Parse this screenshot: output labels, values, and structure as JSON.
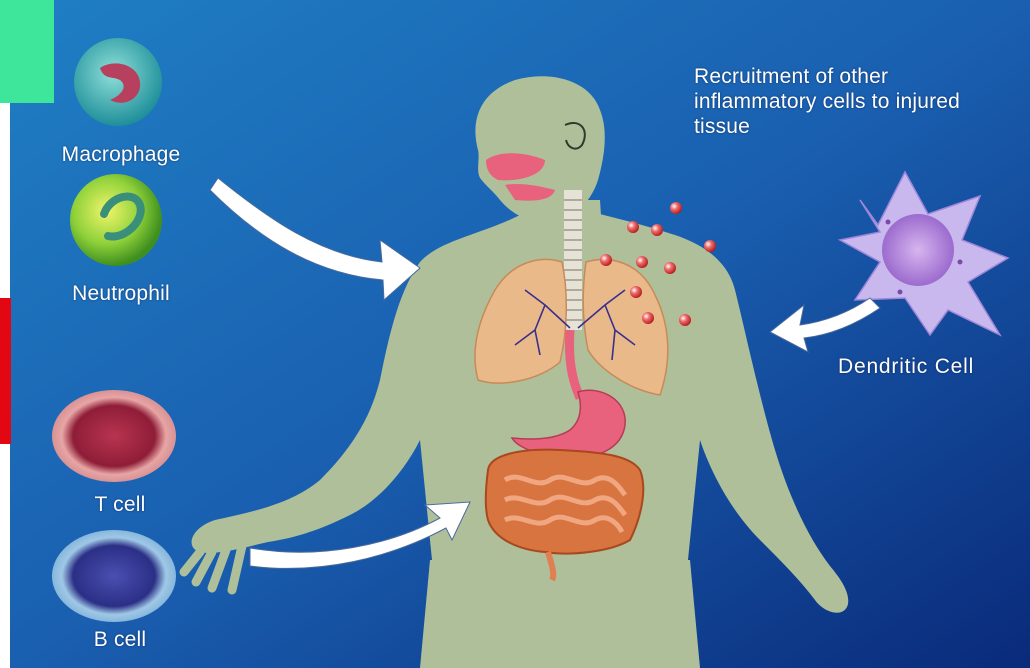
{
  "labels": {
    "macrophage": "Macrophage",
    "neutrophil": "Neutrophil",
    "t_cell": "T cell",
    "b_cell": "B cell",
    "dendritic_cell": "Dendritic Cell",
    "recruitment": "Recruitment of other inflammatory cells to injured tissue"
  },
  "colors": {
    "background_top": "#1565a8",
    "background_bottom": "#0b2d7a",
    "body": "#aebf9a",
    "organ_pink": "#e8627d",
    "lung": "#e9b98a",
    "intestine": "#e07f50",
    "arrow": "#ffffff",
    "accent_green": "#3ee69c",
    "accent_red": "#e30613"
  }
}
